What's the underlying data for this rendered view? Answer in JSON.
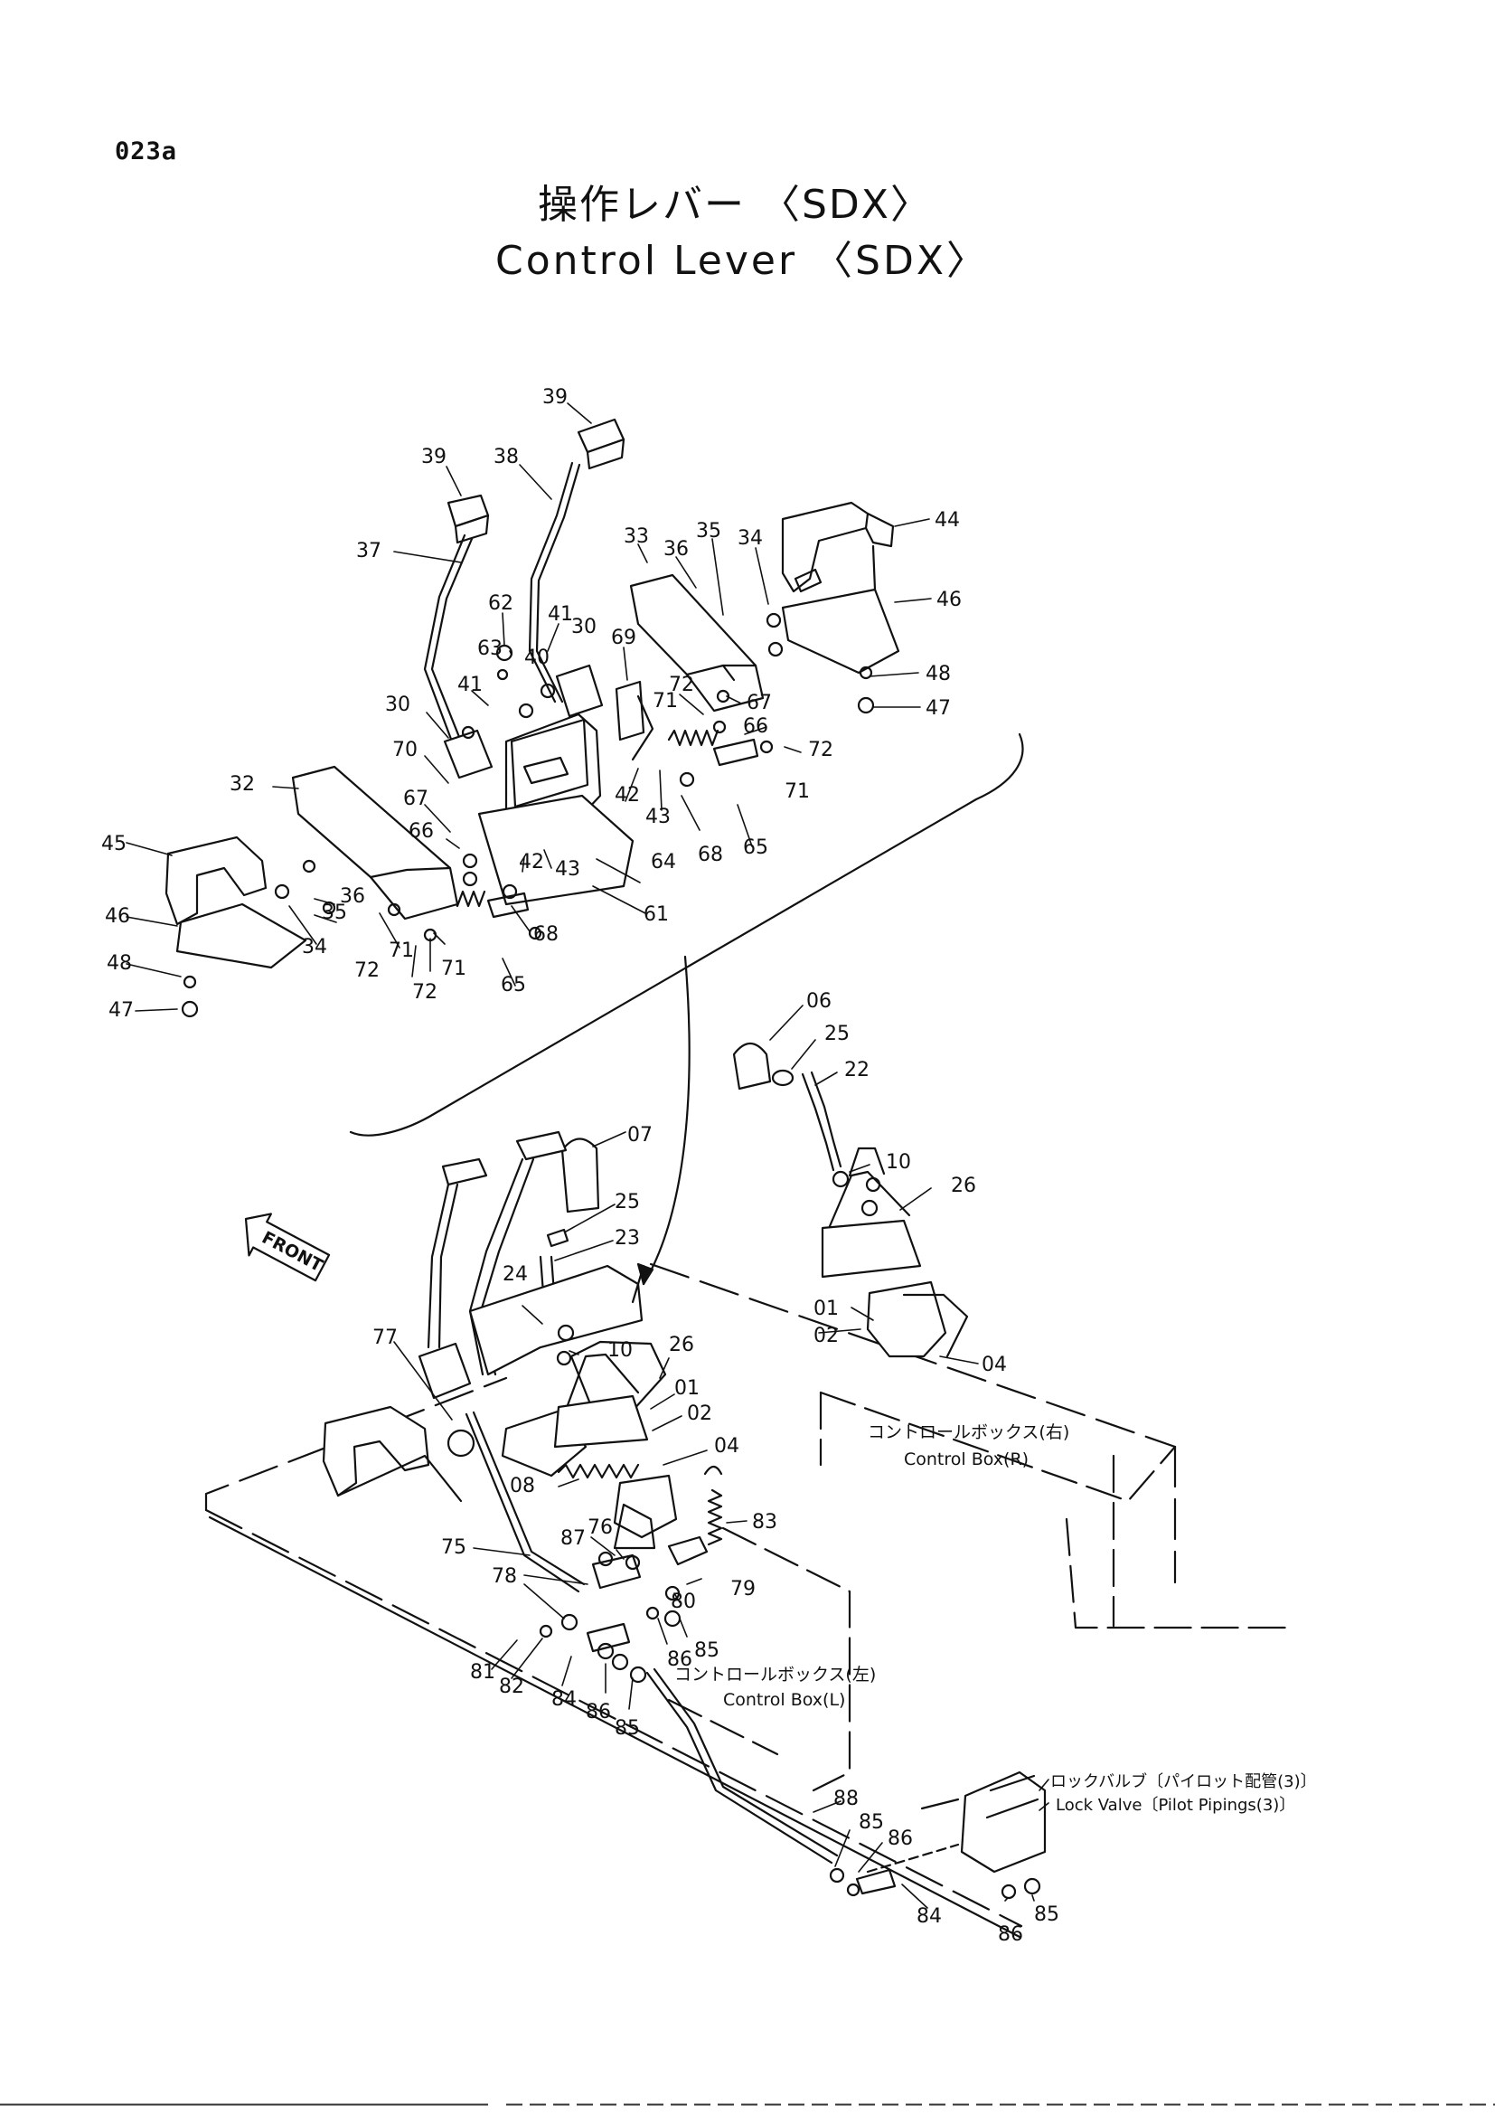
{
  "page": {
    "code": "023a"
  },
  "title": {
    "japanese": "操作レバー 〈SDX〉",
    "english": "Control Lever 〈SDX〉"
  },
  "front_marker": "FRONT",
  "callouts": {
    "c39a": "39",
    "c39b": "39",
    "c38": "38",
    "c37": "37",
    "c33": "33",
    "c35a": "35",
    "c34a": "34",
    "c36a": "36",
    "c44": "44",
    "c46a": "46",
    "c48a": "48",
    "c47a": "47",
    "c62": "62",
    "c63": "63",
    "c41a": "41",
    "c40": "40",
    "c30a": "30",
    "c69": "69",
    "c72a": "72",
    "c67a": "67",
    "c41b": "41",
    "c30b": "30",
    "c71a": "71",
    "c66a": "66",
    "c72b": "72",
    "c71b": "71",
    "c70": "70",
    "c42a": "42",
    "c43a": "43",
    "c68a": "68",
    "c65a": "65",
    "c32": "32",
    "c67b": "67",
    "c66b": "66",
    "c42b": "42",
    "c43b": "43",
    "c64": "64",
    "c45": "45",
    "c36b": "36",
    "c35b": "35",
    "c61": "61",
    "c46b": "46",
    "c34b": "34",
    "c68b": "68",
    "c48b": "48",
    "c71c": "71",
    "c71d": "71",
    "c72c": "72",
    "c72d": "72",
    "c47b": "47",
    "c65b": "65",
    "c06": "06",
    "c25a": "25",
    "c22": "22",
    "c07": "07",
    "c10a": "10",
    "c26a": "26",
    "c25b": "25",
    "c23": "23",
    "c01a": "01",
    "c02a": "02",
    "c04a": "04",
    "c24": "24",
    "c10b": "10",
    "c26b": "26",
    "c77": "77",
    "c01b": "01",
    "c02b": "02",
    "c04b": "04",
    "c08": "08",
    "c83": "83",
    "c75": "75",
    "c87": "87",
    "c76": "76",
    "c79": "79",
    "c78": "78",
    "c80": "80",
    "c86a": "86",
    "c85a": "85",
    "c81": "81",
    "c82": "82",
    "c84a": "84",
    "c86b": "86",
    "c85b": "85",
    "c88": "88",
    "c85c": "85",
    "c86c": "86",
    "c84b": "84",
    "c85d": "85",
    "c86d": "86"
  },
  "labels": {
    "box_r_jp": "コントロールボックス(右)",
    "box_r_en": "Control Box(R)",
    "box_l_jp": "コントロールボックス(左)",
    "box_l_en": "Control Box(L)",
    "lock_valve_jp": "ロックバルブ〔パイロット配管(3)〕",
    "lock_valve_en": "Lock Valve〔Pilot Pipings(3)〕"
  }
}
